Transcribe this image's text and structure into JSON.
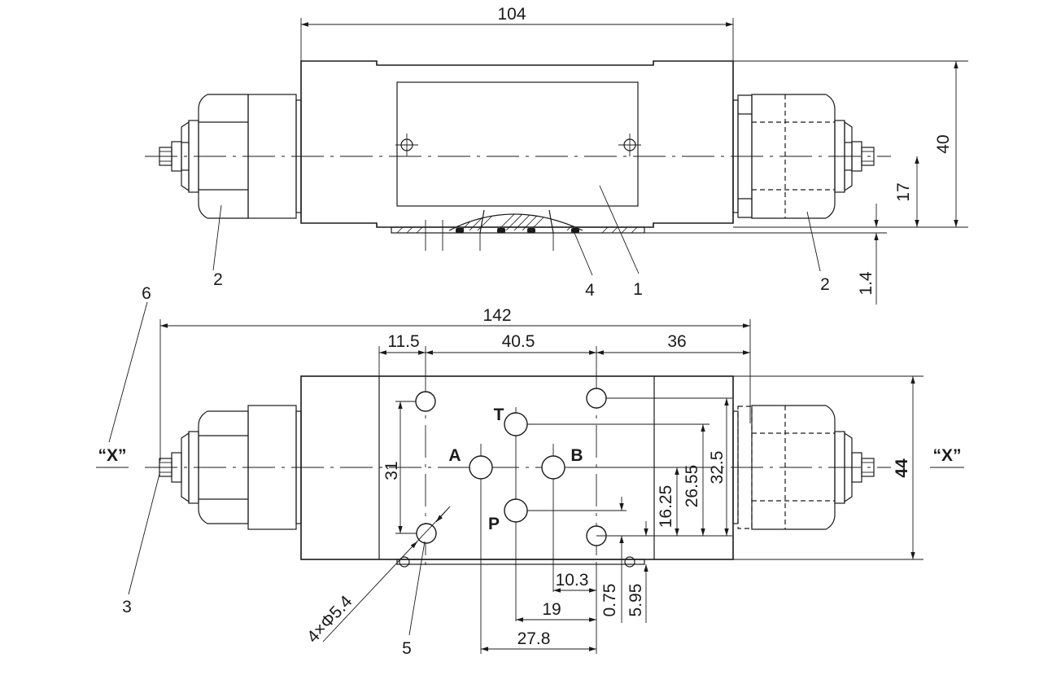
{
  "dimensions": {
    "top_width": "104",
    "height_40": "40",
    "height_17": "17",
    "gap_1_4": "1.4",
    "total_142": "142",
    "d_11_5": "11.5",
    "d_40_5": "40.5",
    "d_36": "36",
    "d_31": "31",
    "d_32_5": "32.5",
    "d_26_55": "26.55",
    "d_16_25": "16.25",
    "d_10_3": "10.3",
    "d_19": "19",
    "d_27_8": "27.8",
    "d_0_75": "0.75",
    "d_5_95": "5.95",
    "d_44": "44",
    "holes_spec": "4×Φ5.4"
  },
  "ports": {
    "T": "T",
    "A": "A",
    "B": "B",
    "P": "P"
  },
  "view_labels": {
    "left": "“X”",
    "right": "“X”"
  },
  "part_numbers": {
    "p1": "1",
    "p2_left": "2",
    "p2_right": "2",
    "p3": "3",
    "p4": "4",
    "p5": "5",
    "p6": "6"
  }
}
